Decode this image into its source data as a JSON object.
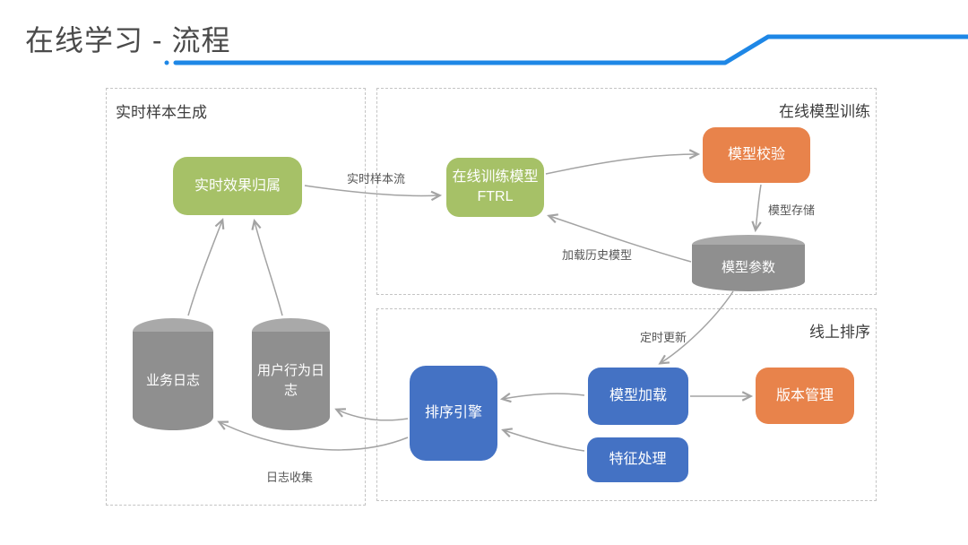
{
  "title": "在线学习 - 流程",
  "regions": {
    "realtime_sample": {
      "label": "实时样本生成"
    },
    "online_training": {
      "label": "在线模型训练"
    },
    "online_ranking": {
      "label": "线上排序"
    }
  },
  "nodes": {
    "realtime_attribution": {
      "label": "实时效果归属",
      "type": "process",
      "color": "green"
    },
    "online_training_ftrl": {
      "label": "在线训练模型FTRL",
      "type": "process",
      "color": "green"
    },
    "model_validation": {
      "label": "模型校验",
      "type": "process",
      "color": "orange"
    },
    "model_params": {
      "label": "模型参数",
      "type": "datastore",
      "color": "gray"
    },
    "business_log": {
      "label": "业务日志",
      "type": "datastore",
      "color": "gray"
    },
    "user_behavior_log": {
      "label": "用户行为日志",
      "type": "datastore",
      "color": "gray"
    },
    "ranking_engine": {
      "label": "排序引擎",
      "type": "process",
      "color": "blue"
    },
    "model_loading": {
      "label": "模型加载",
      "type": "process",
      "color": "blue"
    },
    "version_management": {
      "label": "版本管理",
      "type": "process",
      "color": "orange"
    },
    "feature_processing": {
      "label": "特征处理",
      "type": "process",
      "color": "blue"
    }
  },
  "edges": [
    {
      "from": "realtime_attribution",
      "to": "online_training_ftrl",
      "label": "实时样本流"
    },
    {
      "from": "online_training_ftrl",
      "to": "model_validation",
      "label": ""
    },
    {
      "from": "model_validation",
      "to": "model_params",
      "label": "模型存储"
    },
    {
      "from": "model_params",
      "to": "online_training_ftrl",
      "label": "加载历史模型"
    },
    {
      "from": "model_params",
      "to": "model_loading",
      "label": "定时更新"
    },
    {
      "from": "model_loading",
      "to": "ranking_engine",
      "label": ""
    },
    {
      "from": "feature_processing",
      "to": "ranking_engine",
      "label": ""
    },
    {
      "from": "model_loading",
      "to": "version_management",
      "label": ""
    },
    {
      "from": "ranking_engine",
      "to": "user_behavior_log",
      "label": ""
    },
    {
      "from": "ranking_engine",
      "to": "business_log",
      "label": "日志收集"
    },
    {
      "from": "business_log",
      "to": "realtime_attribution",
      "label": ""
    },
    {
      "from": "user_behavior_log",
      "to": "realtime_attribution",
      "label": ""
    }
  ],
  "colors": {
    "green": "#a6c167",
    "orange": "#e8834b",
    "blue": "#4472c4",
    "gray": "#8f8f8f",
    "grayTop": "#a9a9a9",
    "accent": "#1e87e6",
    "line": "#a3a3a3"
  }
}
